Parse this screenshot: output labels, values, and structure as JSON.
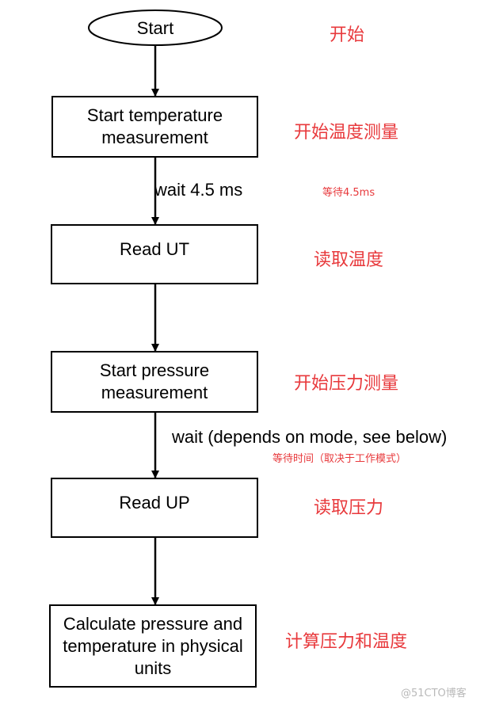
{
  "flow": {
    "start": "Start",
    "steps": [
      {
        "line1": "Start temperature",
        "line2": "measurement",
        "cn": "开始温度测量"
      },
      {
        "line1": "Read UT",
        "line2": "",
        "cn": "读取温度"
      },
      {
        "line1": "Start pressure",
        "line2": "measurement",
        "cn": "开始压力测量"
      },
      {
        "line1": "Read UP",
        "line2": "",
        "cn": "读取压力"
      },
      {
        "line1": "Calculate pressure and",
        "line2": "temperature in physical",
        "line3": "units",
        "cn": "计算压力和温度"
      }
    ],
    "start_cn": "开始",
    "waits": [
      {
        "en": "wait 4.5 ms",
        "cn": "等待4.5ms"
      },
      {
        "en": "wait (depends on mode, see below)",
        "cn": "等待时间（取决于工作模式）"
      }
    ]
  },
  "watermark": "@51CTO博客",
  "colors": {
    "annotation": "#e8393c",
    "line": "#000000",
    "watermark": "#b9b9b9"
  }
}
